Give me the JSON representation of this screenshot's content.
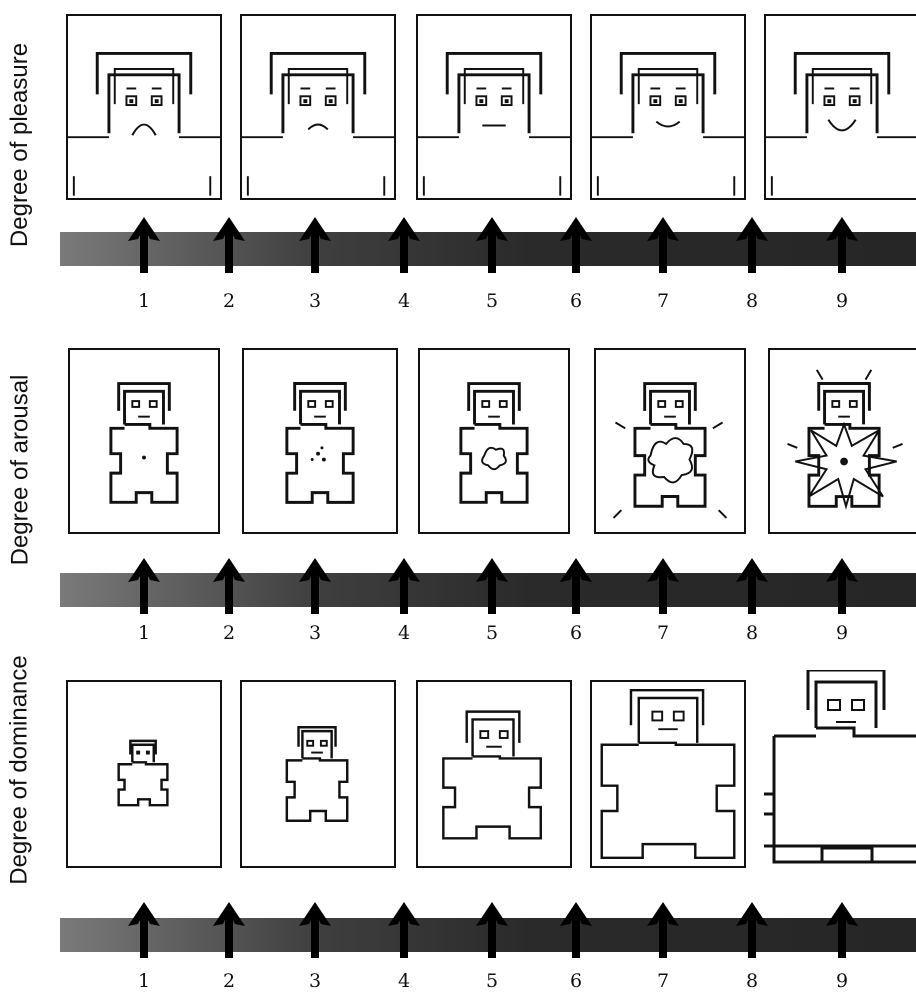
{
  "rows": [
    {
      "label": "Degree of pleasure",
      "ticks": [
        "1",
        "2",
        "3",
        "4",
        "5",
        "6",
        "7",
        "8",
        "9"
      ]
    },
    {
      "label": "Degree of arousal",
      "ticks": [
        "1",
        "2",
        "3",
        "4",
        "5",
        "6",
        "7",
        "8",
        "9"
      ]
    },
    {
      "label": "Degree of dominance",
      "ticks": [
        "1",
        "2",
        "3",
        "4",
        "5",
        "6",
        "7",
        "8",
        "9"
      ]
    }
  ],
  "colors": {
    "ink": "#111111",
    "scale_start": "#7a7a7a",
    "scale_end": "#262626"
  }
}
